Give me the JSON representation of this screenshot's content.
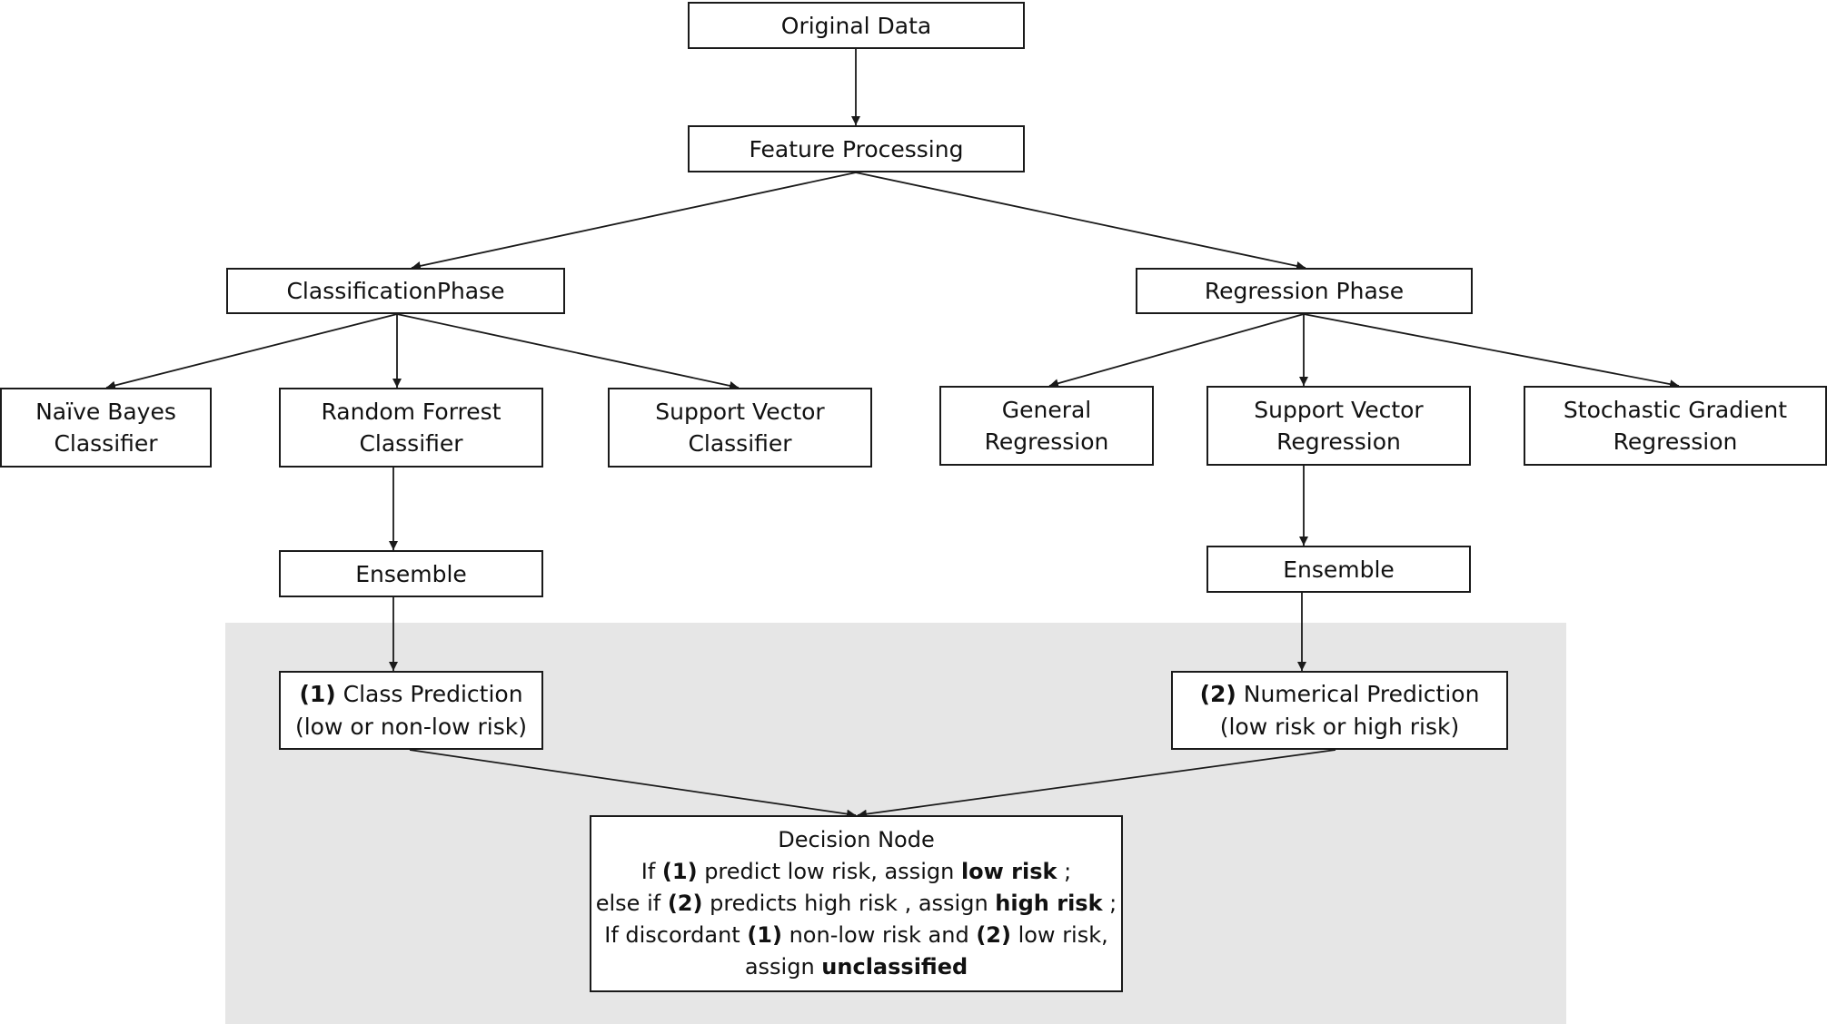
{
  "nodes": {
    "original_data": {
      "label": "Original Data"
    },
    "feature_processing": {
      "label": "Feature Processing"
    },
    "classification_phase": {
      "label": "ClassificationPhase"
    },
    "regression_phase": {
      "label": "Regression Phase"
    },
    "naive_bayes": {
      "line1": "Naïve Bayes",
      "line2": "Classifier"
    },
    "random_forest": {
      "line1": "Random Forrest",
      "line2": "Classifier"
    },
    "support_vector_classifier": {
      "line1": "Support Vector",
      "line2": "Classifier"
    },
    "general_regression": {
      "line1": "General",
      "line2": "Regression"
    },
    "support_vector_regression": {
      "line1": "Support Vector",
      "line2": "Regression"
    },
    "stochastic_gradient": {
      "line1": "Stochastic Gradient",
      "line2": "Regression"
    },
    "ensemble_classification": {
      "label": "Ensemble"
    },
    "ensemble_regression": {
      "label": "Ensemble"
    },
    "class_prediction": {
      "marker": "(1)",
      "line1": "Class Prediction",
      "line2": "(low or non-low risk)"
    },
    "numerical_prediction": {
      "marker": "(2)",
      "line1": "Numerical Prediction",
      "line2": "(low risk or high risk)"
    },
    "decision_node": {
      "title": "Decision Node",
      "l1_pre": "If ",
      "l1_m1": "(1)",
      "l1_mid": " predict low risk, assign ",
      "l1_bold": "low risk",
      "l1_post": " ;",
      "l2_pre": "else if ",
      "l2_m2": "(2)",
      "l2_mid": " predicts high risk , assign ",
      "l2_bold": "high risk",
      "l2_post": " ;",
      "l3_pre": "If discordant ",
      "l3_m1": "(1)",
      "l3_mid": " non-low risk and ",
      "l3_m2": "(2)",
      "l3_post": " low risk,",
      "l4_pre": "assign ",
      "l4_bold": "unclassified"
    }
  },
  "colors": {
    "panel": "#e6e6e6",
    "stroke": "#1a1a1a",
    "node_fill": "#ffffff"
  }
}
